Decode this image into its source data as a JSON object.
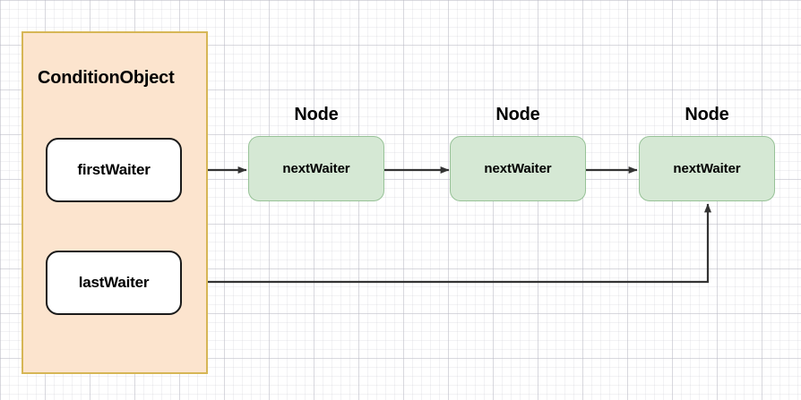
{
  "diagram": {
    "type": "class-relationship-diagram",
    "background": {
      "color": "#ffffff",
      "grid": "10px minor / 50px major light gray"
    },
    "colors": {
      "group_fill": "#FCE4CE",
      "group_border": "#D6B656",
      "node_fill": "#D5E8D4",
      "node_border": "#97C297",
      "field_fill": "#FFFFFF",
      "field_border": "#1A1A1A",
      "arrow": "#333333",
      "text": "#000000"
    },
    "group": {
      "title": "ConditionObject",
      "fields": [
        {
          "label": "firstWaiter"
        },
        {
          "label": "lastWaiter"
        }
      ]
    },
    "nodes": [
      {
        "title": "Node",
        "label": "nextWaiter"
      },
      {
        "title": "Node",
        "label": "nextWaiter"
      },
      {
        "title": "Node",
        "label": "nextWaiter"
      }
    ],
    "edges": [
      {
        "from": "firstWaiter",
        "to": "node-1",
        "style": "straight-arrow"
      },
      {
        "from": "node-1",
        "to": "node-2",
        "style": "straight-arrow"
      },
      {
        "from": "node-2",
        "to": "node-3",
        "style": "straight-arrow"
      },
      {
        "from": "lastWaiter",
        "to": "node-3",
        "style": "elbow-arrow-up"
      }
    ]
  }
}
